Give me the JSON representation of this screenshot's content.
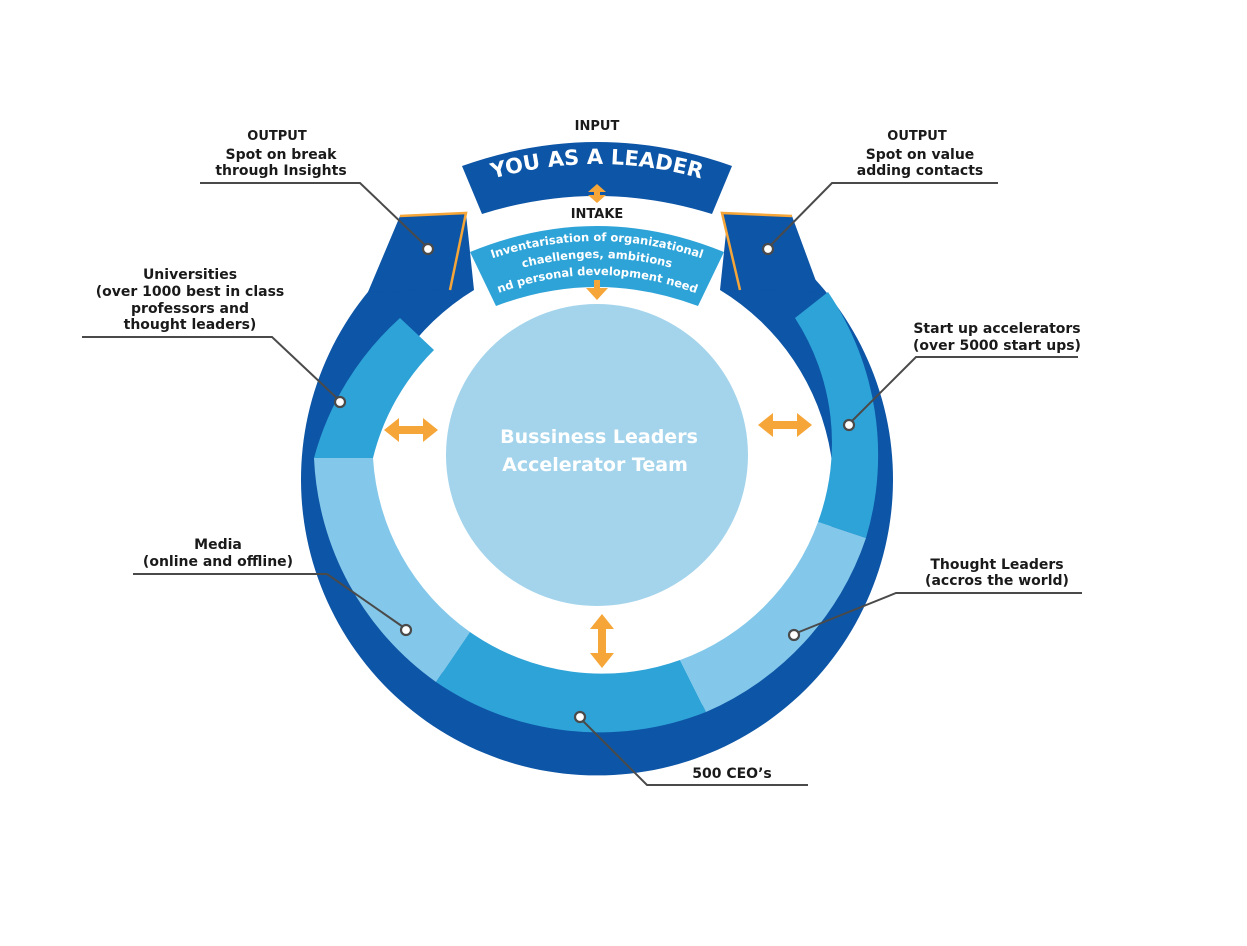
{
  "input_label": "INPUT",
  "leader_banner": "YOU AS A LEADER",
  "intake_label": "INTAKE",
  "intake_text": {
    "line1": "Inventarisation of organizational",
    "line2": "chaellenges, ambitions",
    "line3": "and personal development needs"
  },
  "center": {
    "line1": "Bussiness Leaders",
    "line2": "Accelerator Team"
  },
  "output_left": {
    "heading": "OUTPUT",
    "line1": "Spot on break",
    "line2": "through Insights"
  },
  "output_right": {
    "heading": "OUTPUT",
    "line1": "Spot on value",
    "line2": "adding contacts"
  },
  "universities": {
    "line1": "Universities",
    "line2": "(over 1000 best in class",
    "line3": "professors and",
    "line4": "thought leaders)"
  },
  "media": {
    "line1": "Media",
    "line2": "(online and offline)"
  },
  "startups": {
    "line1": "Start up accelerators",
    "line2": "(over 5000 start ups)"
  },
  "thought_leaders": {
    "line1": "Thought Leaders",
    "line2": "(accros the world)"
  },
  "ceos": {
    "line1": "500 CEO’s"
  },
  "colors": {
    "dark_blue": "#0d55a6",
    "mid_blue": "#2ea3d8",
    "light_blue": "#83c8ea",
    "center_circle": "#a3d4ec",
    "orange_accent": "#f6a638",
    "leader_line": "#4a4a4a"
  }
}
